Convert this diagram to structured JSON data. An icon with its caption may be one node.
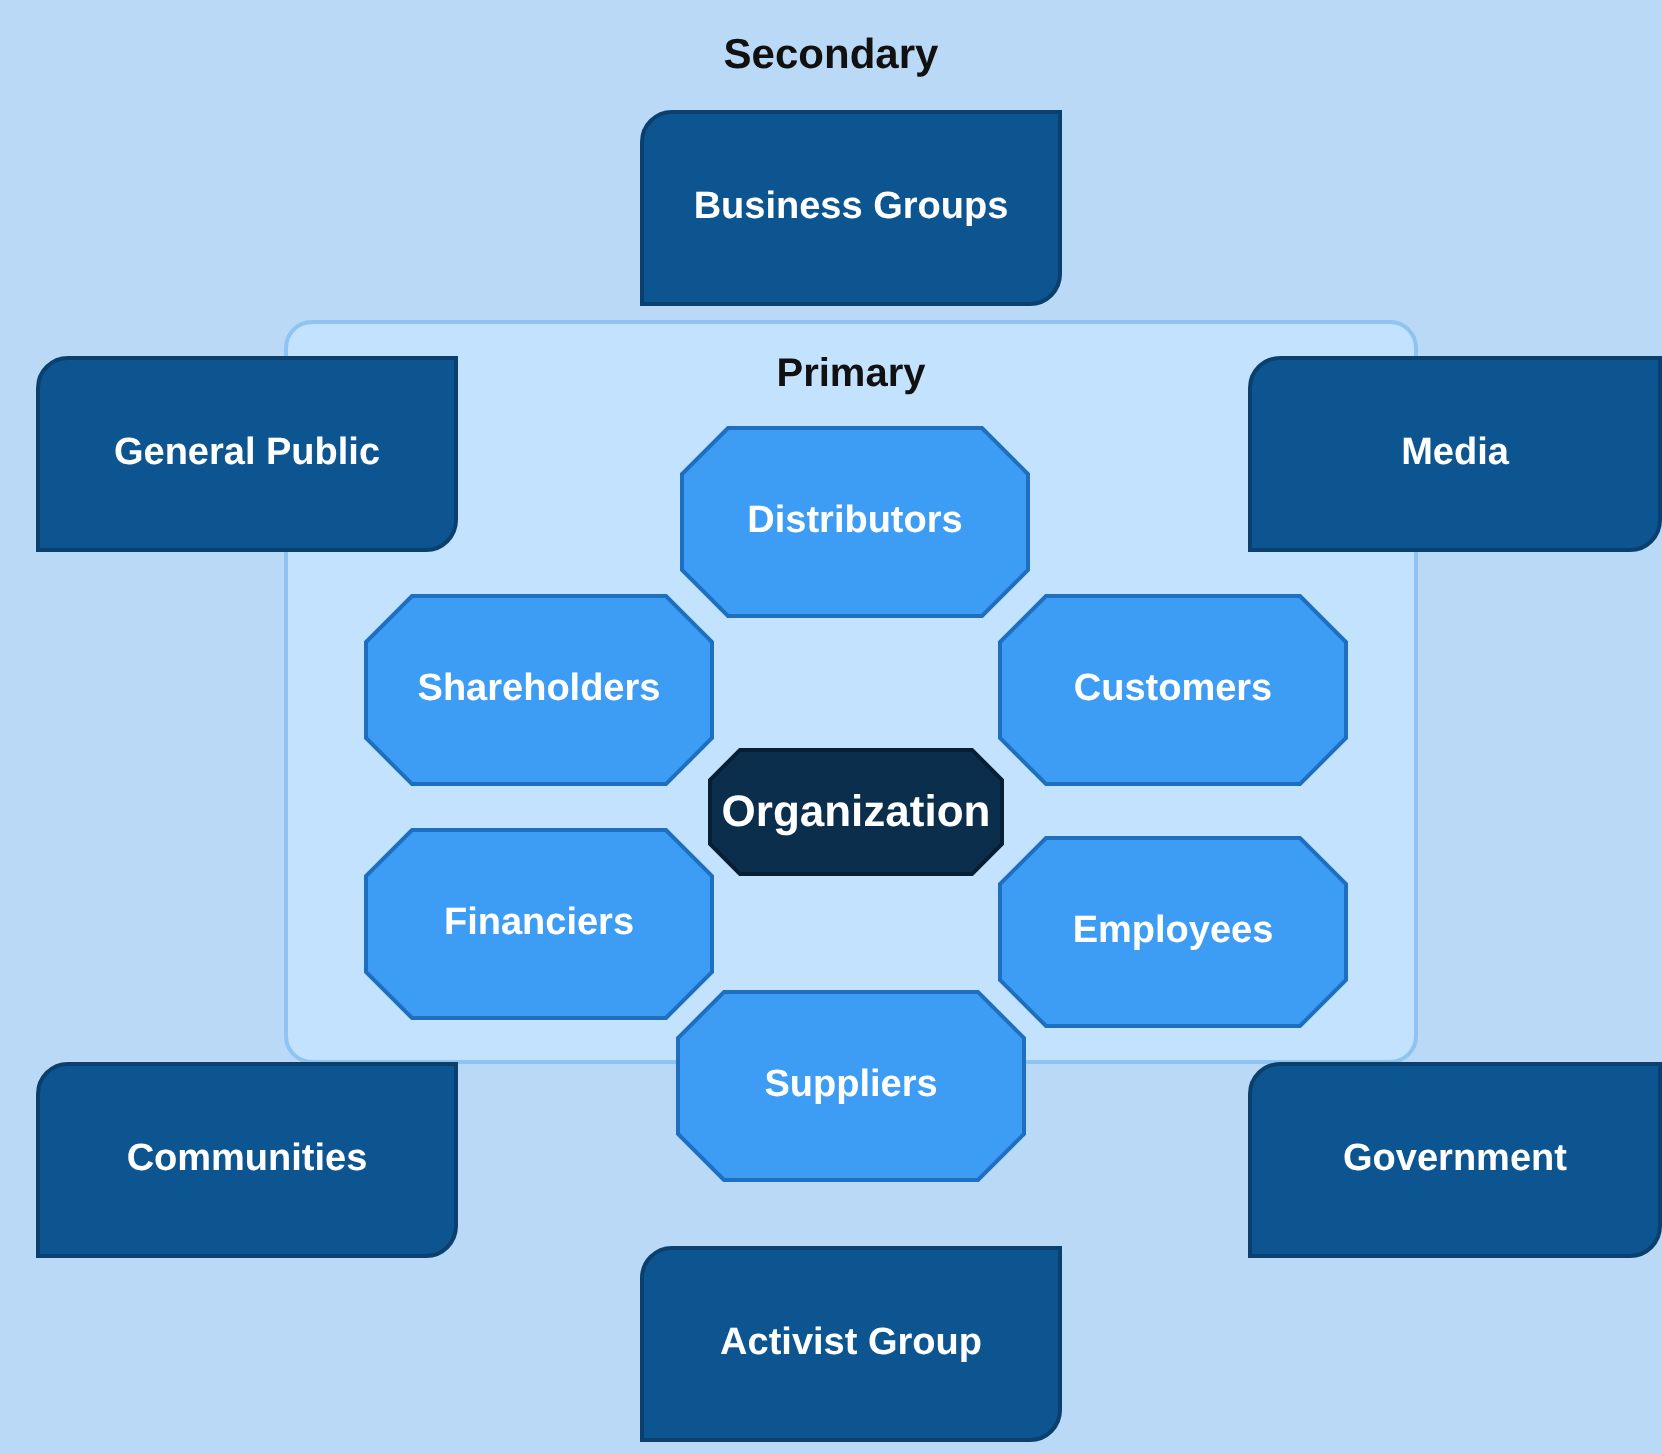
{
  "diagram": {
    "title": "Secondary",
    "nodes": [
      {
        "text": [
          "Business Groups"
        ]
      },
      {
        "text": [
          "General Public"
        ]
      },
      {
        "text": [
          "Media"
        ]
      },
      {
        "text": [
          "Primary"
        ]
      },
      {
        "text": [
          "Distributors"
        ],
        "in": 3
      },
      {
        "text": [
          "Shareholders"
        ],
        "in": 3
      },
      {
        "text": [
          "Customers"
        ],
        "in": 3
      },
      {
        "text": [
          "Organization"
        ],
        "in": 3
      },
      {
        "text": [
          "Financiers"
        ],
        "in": 3
      },
      {
        "text": [
          "Employees"
        ],
        "in": 3
      },
      {
        "text": [
          "Suppliers"
        ]
      },
      {
        "text": [
          "Communities"
        ]
      },
      {
        "text": [
          "Government"
        ]
      },
      {
        "text": [
          "Activist Group"
        ]
      }
    ]
  }
}
